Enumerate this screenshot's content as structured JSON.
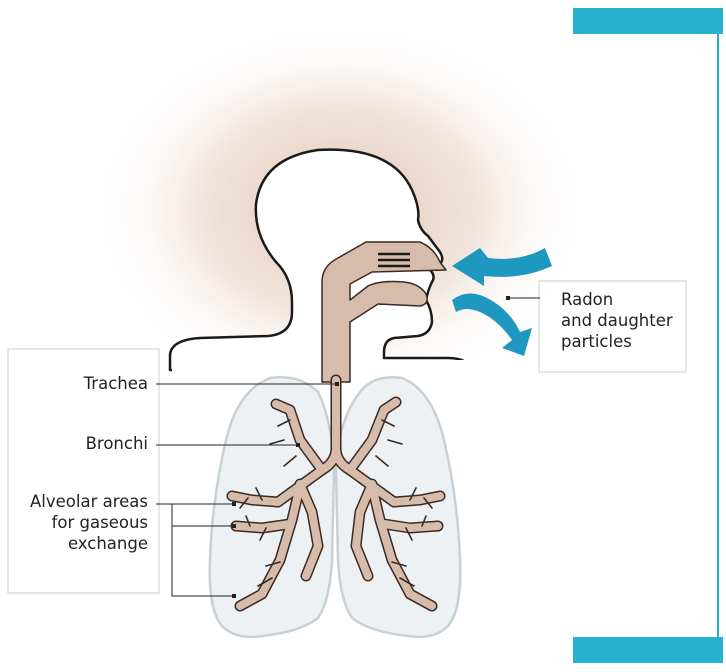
{
  "labels": {
    "trachea": "Trachea",
    "bronchi": "Bronchi",
    "alveolar_line1": "Alveolar areas",
    "alveolar_line2": "for gaseous",
    "alveolar_line3": "exchange",
    "radon_line1": "Radon",
    "radon_line2": "and daughter",
    "radon_line3": "particles"
  },
  "colors": {
    "airway": "#d8bcab",
    "airway_stroke": "#3a2a22",
    "lung": "#edf1f3",
    "lung_stroke": "#c9d0d4",
    "glow": "#e3cab9",
    "arrow": "#1e98c0",
    "accent_bar": "#27b1d0",
    "line": "#222222"
  }
}
